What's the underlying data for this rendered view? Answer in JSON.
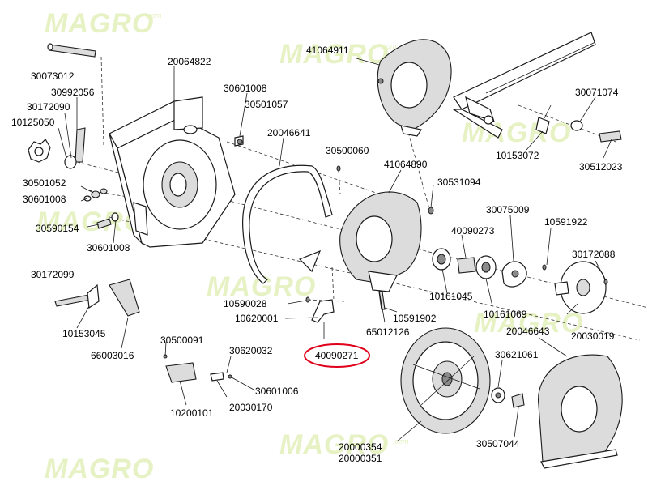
{
  "watermark": {
    "brand": "MAGRO",
    "suffix": ".com"
  },
  "labels": {
    "p30073012": "30073012",
    "p20064822": "20064822",
    "p30992056": "30992056",
    "p30172090": "30172090",
    "p10125050": "10125050",
    "p30601008_a": "30601008",
    "p30501057": "30501057",
    "p20046641": "20046641",
    "p30500060": "30500060",
    "p41064911": "41064911",
    "p30071074": "30071074",
    "p10153072": "10153072",
    "p30512023": "30512023",
    "p30501052": "30501052",
    "p30601008_b": "30601008",
    "p30590154": "30590154",
    "p30601008_c": "30601008",
    "p41064890": "41064890",
    "p30531094": "30531094",
    "p30075009": "30075009",
    "p10591922": "10591922",
    "p40090273": "40090273",
    "p30172088": "30172088",
    "p30172099": "30172099",
    "p10153045": "10153045",
    "p66003016": "66003016",
    "p10590028": "10590028",
    "p10620001": "10620001",
    "p40090271": "40090271",
    "p10161045": "10161045",
    "p10591902": "10591902",
    "p65012126": "65012126",
    "p10161069": "10161069",
    "p20046643": "20046643",
    "p20030019": "20030019",
    "p30500091": "30500091",
    "p30620032": "30620032",
    "p30601006": "30601006",
    "p10200101": "10200101",
    "p20030170": "20030170",
    "p30621061": "30621061",
    "p20000354": "20000354",
    "p20000351": "20000351",
    "p30507044": "30507044"
  },
  "highlight": {
    "color": "#e0001a"
  }
}
